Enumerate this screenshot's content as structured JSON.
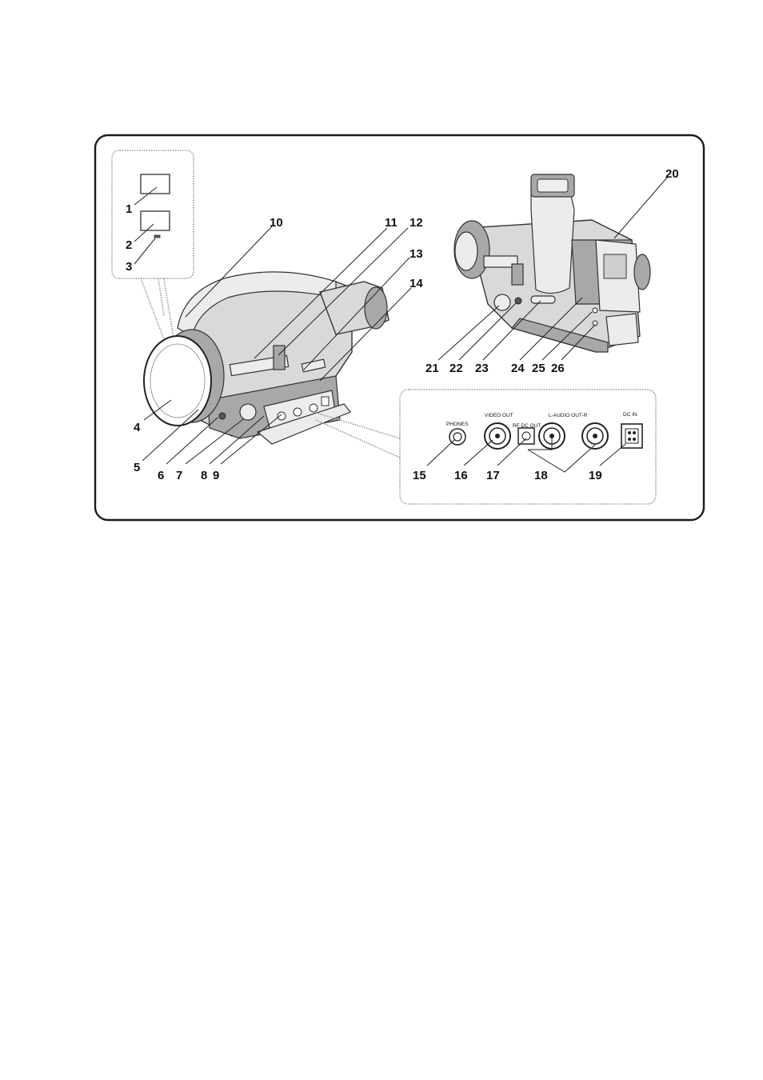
{
  "callouts": [
    {
      "id": "1",
      "label": "1"
    },
    {
      "id": "2",
      "label": "2"
    },
    {
      "id": "3",
      "label": "3"
    },
    {
      "id": "4",
      "label": "4"
    },
    {
      "id": "5",
      "label": "5"
    },
    {
      "id": "6",
      "label": "6"
    },
    {
      "id": "7",
      "label": "7"
    },
    {
      "id": "8",
      "label": "8"
    },
    {
      "id": "9",
      "label": "9"
    },
    {
      "id": "10",
      "label": "10"
    },
    {
      "id": "11",
      "label": "11"
    },
    {
      "id": "12",
      "label": "12"
    },
    {
      "id": "13",
      "label": "13"
    },
    {
      "id": "14",
      "label": "14"
    },
    {
      "id": "15",
      "label": "15"
    },
    {
      "id": "16",
      "label": "16"
    },
    {
      "id": "17",
      "label": "17"
    },
    {
      "id": "18",
      "label": "18"
    },
    {
      "id": "19",
      "label": "19"
    },
    {
      "id": "20",
      "label": "20"
    },
    {
      "id": "21",
      "label": "21"
    },
    {
      "id": "22",
      "label": "22"
    },
    {
      "id": "23",
      "label": "23"
    },
    {
      "id": "24",
      "label": "24"
    },
    {
      "id": "25",
      "label": "25"
    },
    {
      "id": "26",
      "label": "26"
    }
  ],
  "ports": {
    "phones": "PHONES",
    "video_out": "VIDEO OUT",
    "rf_dc_out": "RF DC OUT",
    "audio_out": "L-AUDIO OUT-R",
    "dc_in": "DC IN"
  },
  "colors": {
    "frame": "#1a1a1a",
    "inset_frame": "#9a9a9a",
    "ink": "#111111"
  }
}
